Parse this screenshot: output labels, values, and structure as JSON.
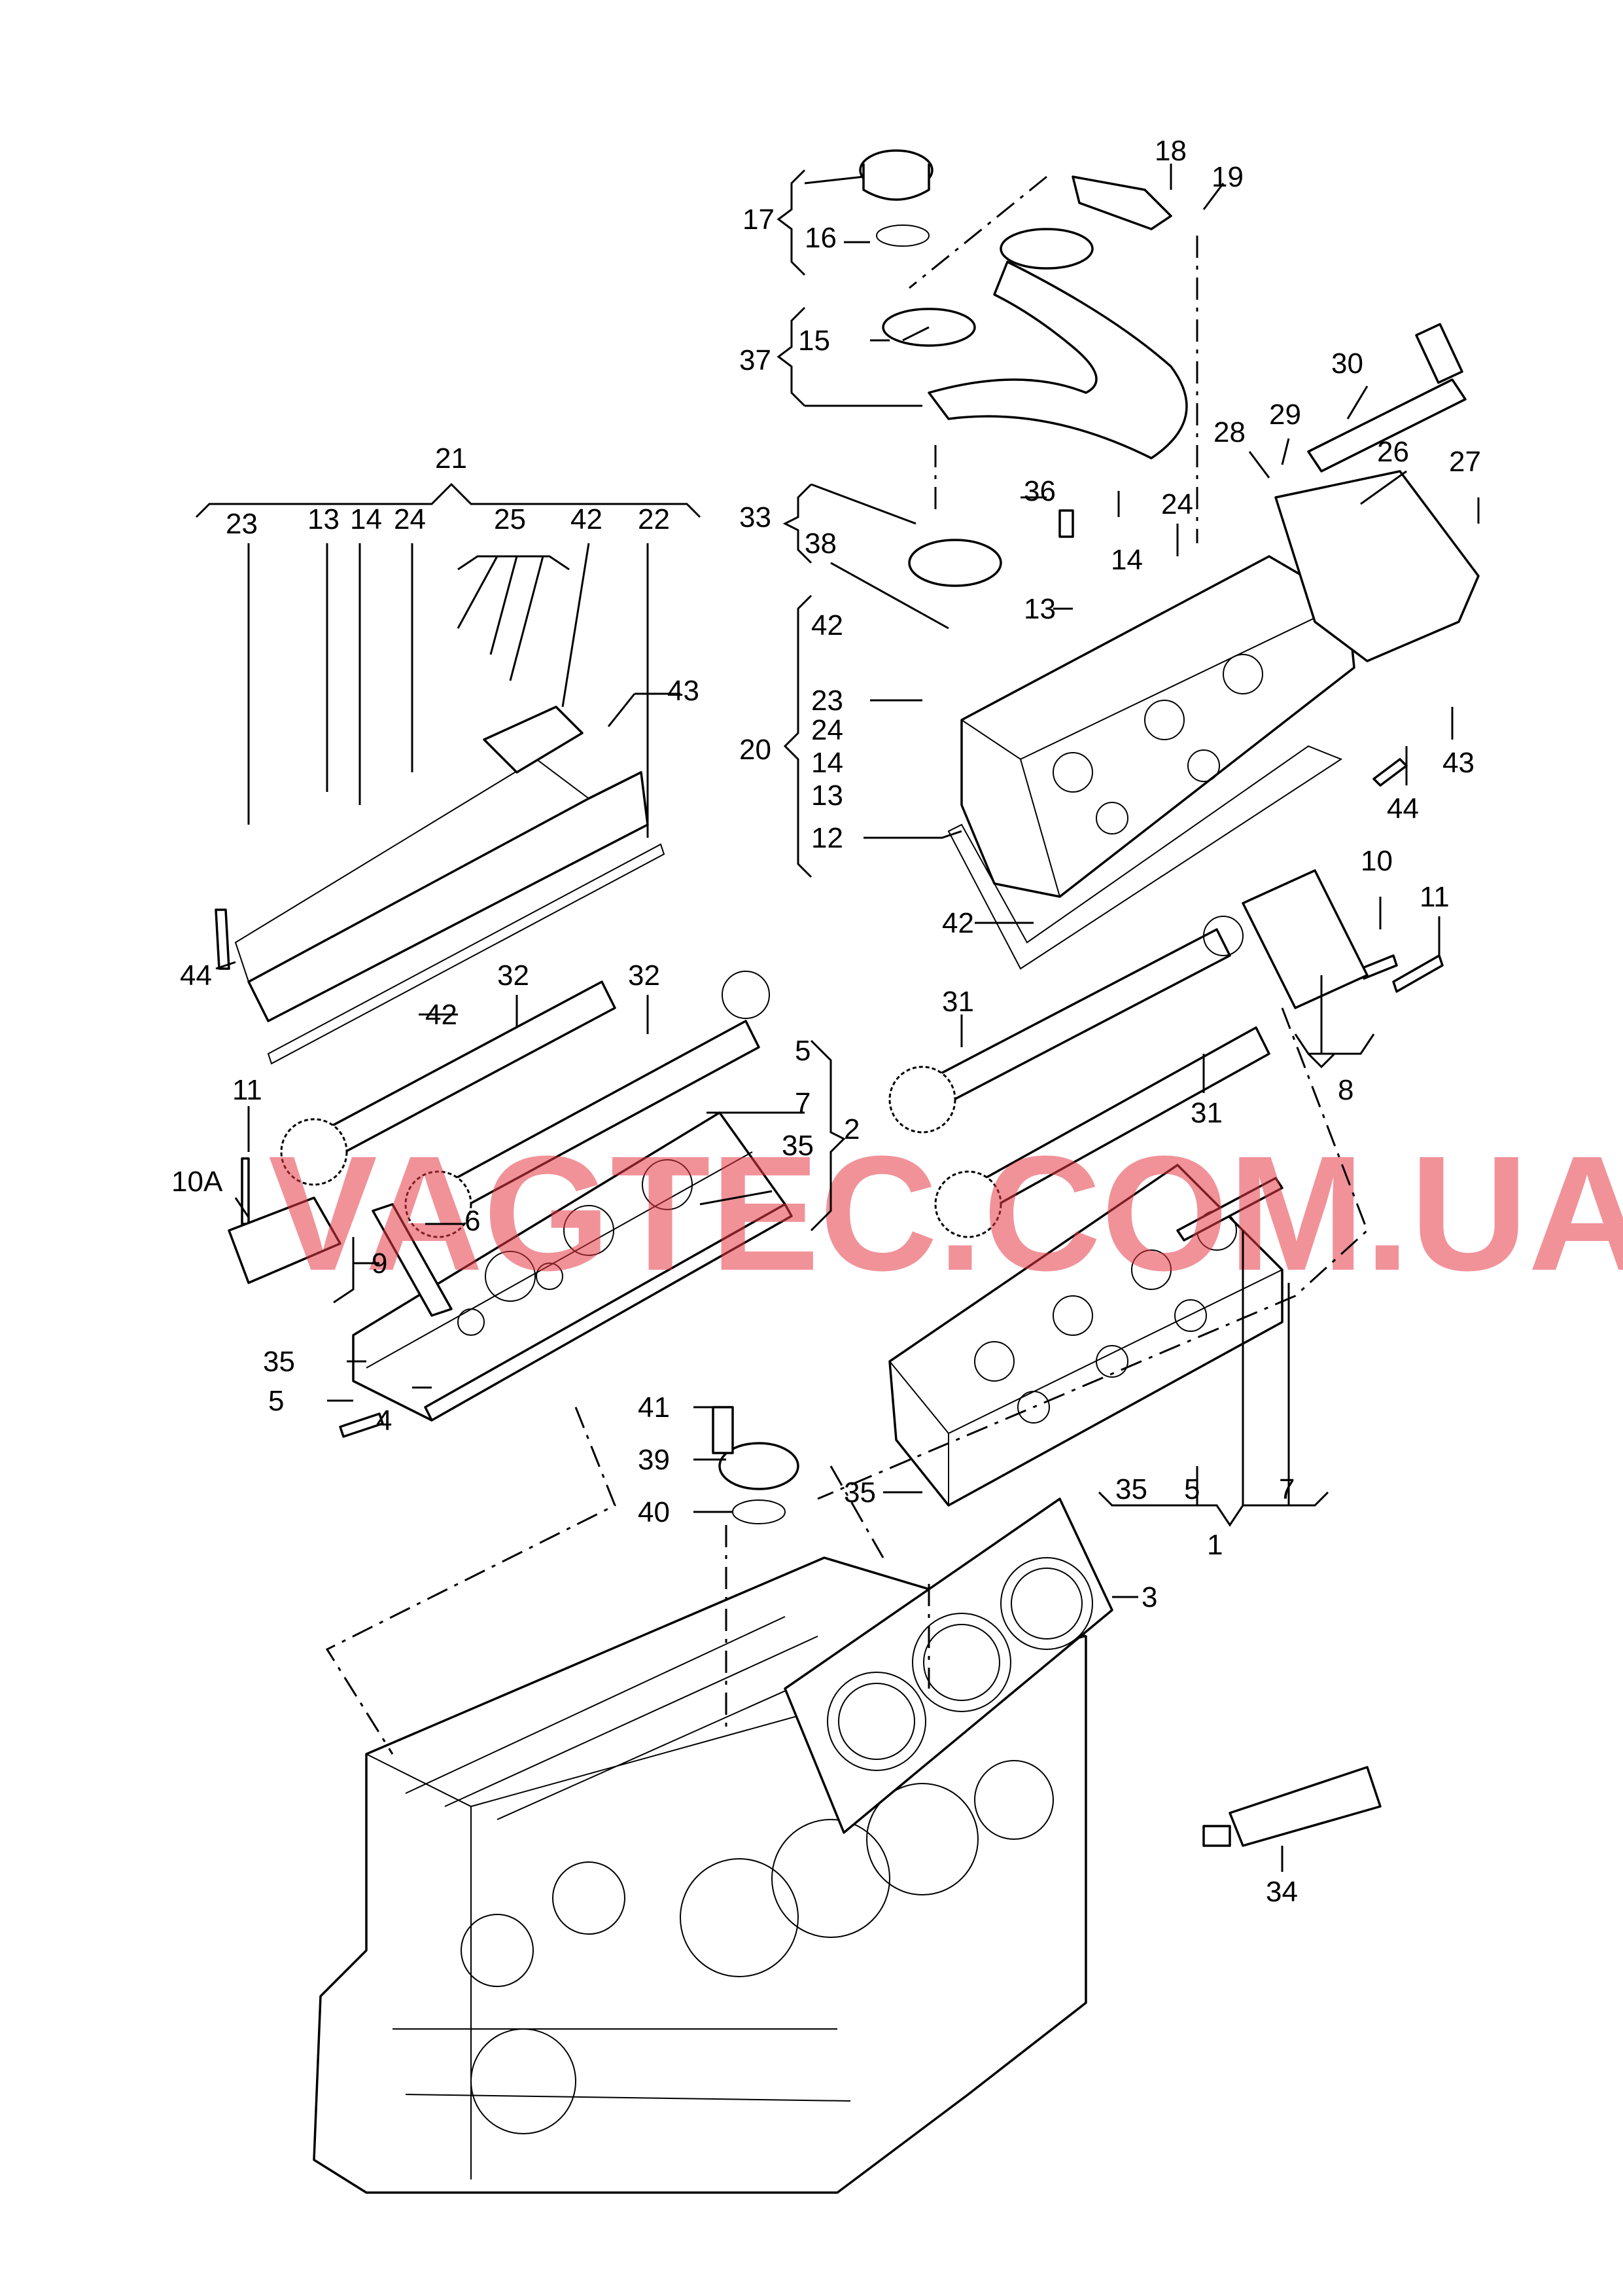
{
  "diagram": {
    "watermark": "VAGTEC.COM.UA",
    "callouts": {
      "c1": "1",
      "c2": "2",
      "c3": "3",
      "c4": "4",
      "c5a": "5",
      "c5b": "5",
      "c5c": "5",
      "c6": "6",
      "c7a": "7",
      "c7b": "7",
      "c8": "8",
      "c9": "9",
      "c10": "10",
      "c10a": "10A",
      "c11a": "11",
      "c11b": "11",
      "c12": "12",
      "c13a": "13",
      "c13b": "13",
      "c13c": "13",
      "c14a": "14",
      "c14b": "14",
      "c14c": "14",
      "c15": "15",
      "c16": "16",
      "c17": "17",
      "c18": "18",
      "c19": "19",
      "c20": "20",
      "c21": "21",
      "c22": "22",
      "c23a": "23",
      "c23b": "23",
      "c24a": "24",
      "c24b": "24",
      "c24c": "24",
      "c25": "25",
      "c26": "26",
      "c27": "27",
      "c28": "28",
      "c29": "29",
      "c30": "30",
      "c31a": "31",
      "c31b": "31",
      "c32a": "32",
      "c32b": "32",
      "c33": "33",
      "c34": "34",
      "c35a": "35",
      "c35b": "35",
      "c35c": "35",
      "c35d": "35",
      "c36": "36",
      "c37": "37",
      "c38": "38",
      "c39": "39",
      "c40": "40",
      "c41": "41",
      "c42a": "42",
      "c42b": "42",
      "c42c": "42",
      "c42d": "42",
      "c43a": "43",
      "c43b": "43",
      "c44a": "44",
      "c44b": "44"
    }
  }
}
